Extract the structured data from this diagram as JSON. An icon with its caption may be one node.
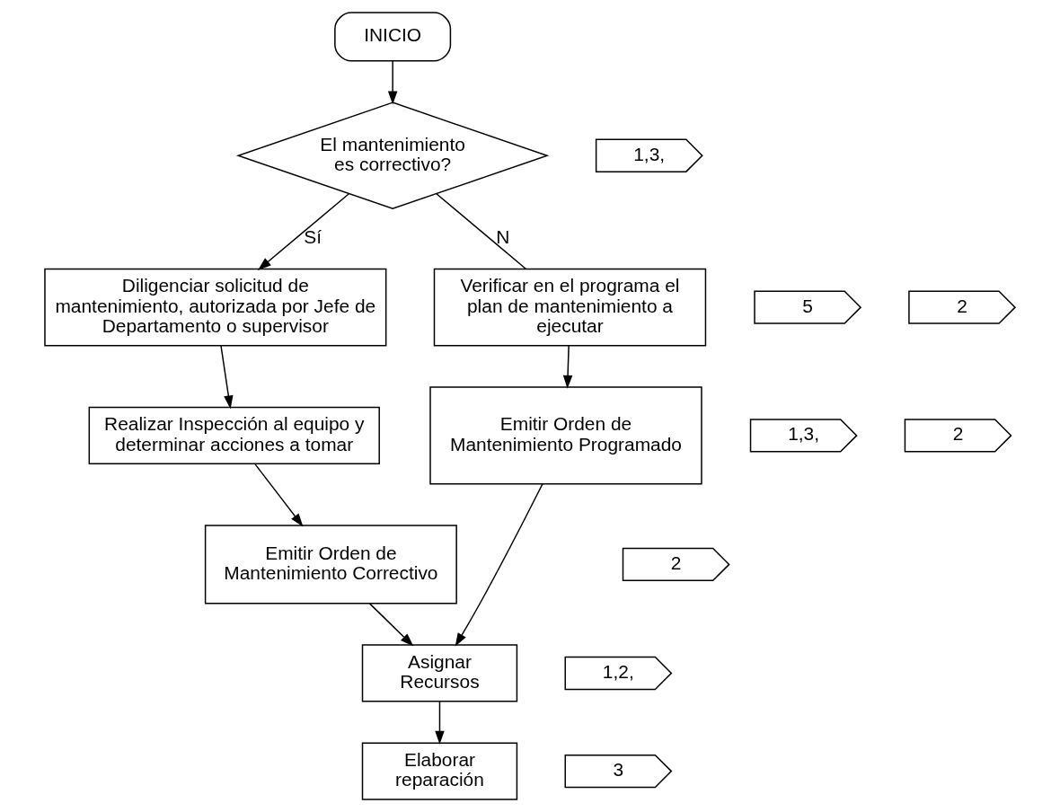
{
  "diagram": {
    "nodes": [
      {
        "text": [
          "INICIO"
        ]
      },
      {
        "text": [
          "1,3,"
        ]
      },
      {
        "text": [
          "El mantenimiento es correctivo?"
        ]
      },
      {
        "text": [
          "5"
        ]
      },
      {
        "text": [
          "Diligenciar solicitud de mantenimiento, autorizada por Jefe de Departamento o supervisor"
        ]
      },
      {
        "text": [
          "2"
        ]
      },
      {
        "text": [
          "Verificar en el programa el plan de mantenimiento a ejecutar"
        ]
      },
      {
        "text": [
          "1,3,"
        ]
      },
      {
        "text": [
          "Realizar Inspección al equipo y determinar acciones a tomar"
        ]
      },
      {
        "text": [
          "2"
        ]
      },
      {
        "text": [
          "Emitir Orden de Mantenimiento Programado"
        ]
      },
      {
        "text": [
          "2"
        ]
      },
      {
        "text": [
          "Emitir Orden de Mantenimiento Correctivo"
        ]
      },
      {
        "text": [
          "1,2,"
        ]
      },
      {
        "text": [
          "Asignar Recursos"
        ]
      },
      {
        "text": [
          "3"
        ]
      },
      {
        "text": [
          "Elaborar reparación"
        ]
      }
    ],
    "edges": [
      {
        "from": 0,
        "to": 2,
        "arrow": "to"
      },
      {
        "from": 2,
        "to": 4,
        "arrow": "to",
        "label": "Sí"
      },
      {
        "from": 2,
        "to": 6,
        "arrow": "none",
        "label": "N"
      },
      {
        "from": 4,
        "to": 8,
        "arrow": "to"
      },
      {
        "from": 8,
        "to": 12,
        "arrow": "to"
      },
      {
        "from": 6,
        "to": 10,
        "arrow": "to"
      },
      {
        "from": 12,
        "to": 14,
        "arrow": "to"
      },
      {
        "from": 10,
        "to": 14,
        "arrow": "to"
      },
      {
        "from": 14,
        "to": 16,
        "arrow": "to"
      }
    ]
  }
}
